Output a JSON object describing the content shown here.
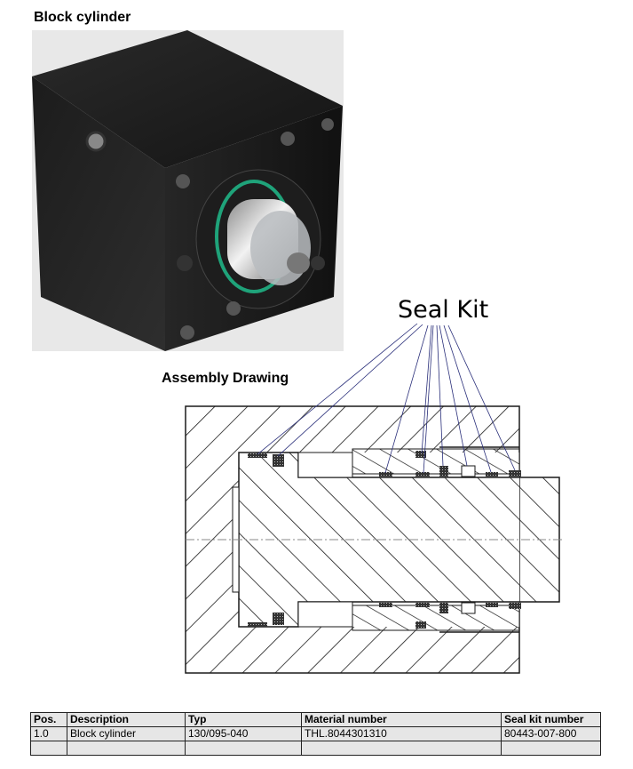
{
  "sections": {
    "photo_title": "Block cylinder",
    "drawing_title": "Assembly Drawing",
    "callout_label": "Seal Kit"
  },
  "photo": {
    "subject": "black block hydraulic cylinder with polished steel rod and green O-ring",
    "background_color": "#e8e8e8",
    "body_color": "#1a1a1a",
    "ring_color": "#1fa37a"
  },
  "drawing": {
    "line_color": "#1a1a1a",
    "leader_color": "#2a2f7a",
    "centerline": "dash-dot"
  },
  "table": {
    "headers": [
      "Pos.",
      "Description",
      "Typ",
      "Material number",
      "Seal kit number"
    ],
    "rows": [
      [
        "1.0",
        "Block cylinder",
        "130/095-040",
        "THL.8044301310",
        "80443-007-800"
      ],
      [
        "",
        "",
        "",
        "",
        ""
      ]
    ]
  }
}
